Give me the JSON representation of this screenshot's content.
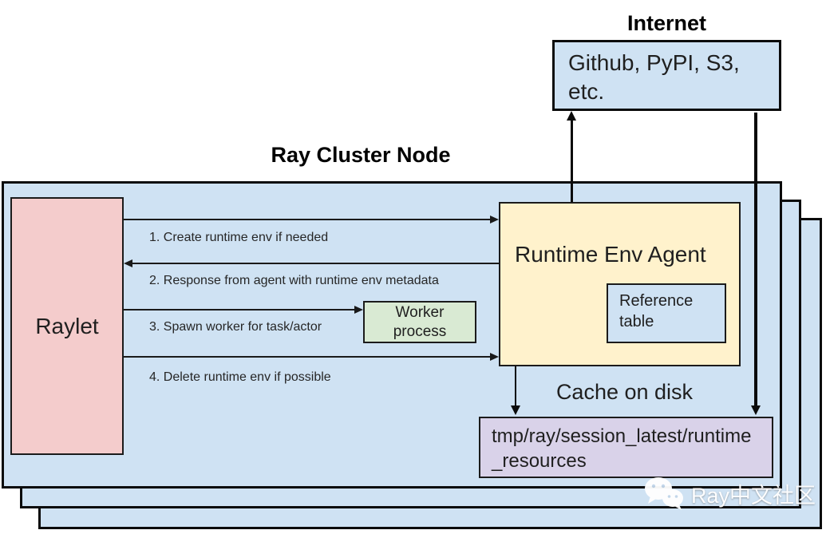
{
  "internet": {
    "title": "Internet",
    "sources_label": "Github, PyPI, S3, etc."
  },
  "cluster": {
    "title": "Ray Cluster Node",
    "raylet_label": "Raylet",
    "agent_label": "Runtime Env Agent",
    "reference_table_label": "Reference table",
    "worker_label": "Worker process",
    "steps": [
      {
        "label": "1. Create runtime env if needed"
      },
      {
        "label": "2. Response from agent with runtime env metadata"
      },
      {
        "label": "3. Spawn worker for task/actor"
      },
      {
        "label": "4. Delete runtime env if possible"
      }
    ],
    "cache_title": "Cache on disk",
    "cache_path_label": "tmp/ray/session_latest/runtime_resources"
  },
  "watermark": {
    "icon": "wechat-icon",
    "label": "Ray中文社区"
  },
  "colors": {
    "node_fill": "#cfe2f3",
    "raylet_fill": "#f4cccc",
    "agent_fill": "#fff2cc",
    "worker_fill": "#d9ead3",
    "cache_fill": "#d9d2e9",
    "reference_fill": "#cfe2f3",
    "border": "#0b0b0b"
  }
}
